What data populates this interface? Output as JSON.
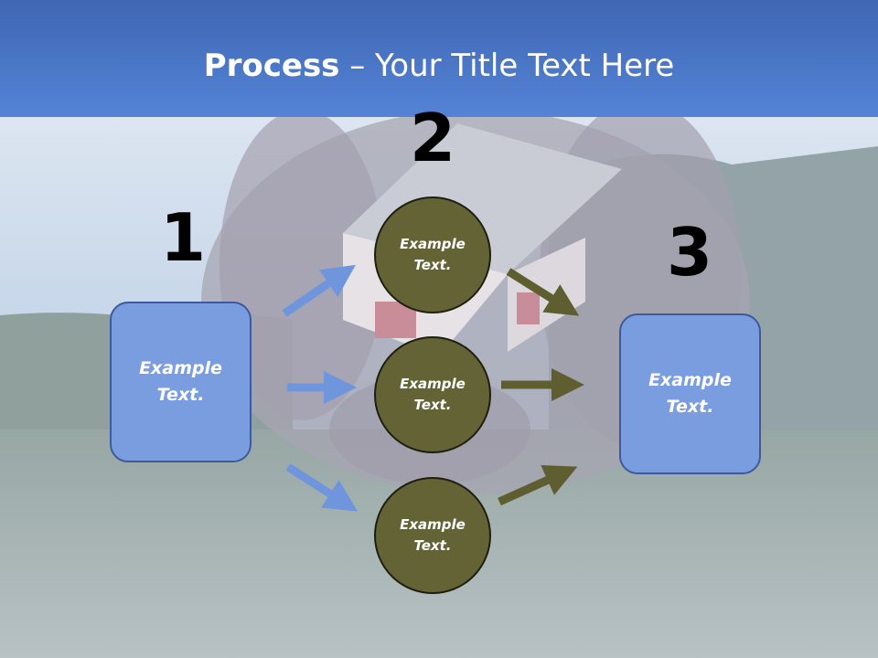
{
  "title": {
    "bold": "Process",
    "rest": " – Your Title Text Here"
  },
  "numbers": [
    "1",
    "2",
    "3"
  ],
  "left_box": "Example\nText.",
  "right_box": "Example\nText.",
  "circles": [
    "Example\nText.",
    "Example\nText.",
    "Example\nText."
  ],
  "colors": {
    "header": "#4a76c8",
    "box": "#7a9de0",
    "circle": "#636336",
    "blue_arrow": "#6f95dd",
    "olive_arrow": "#5e5e30"
  }
}
